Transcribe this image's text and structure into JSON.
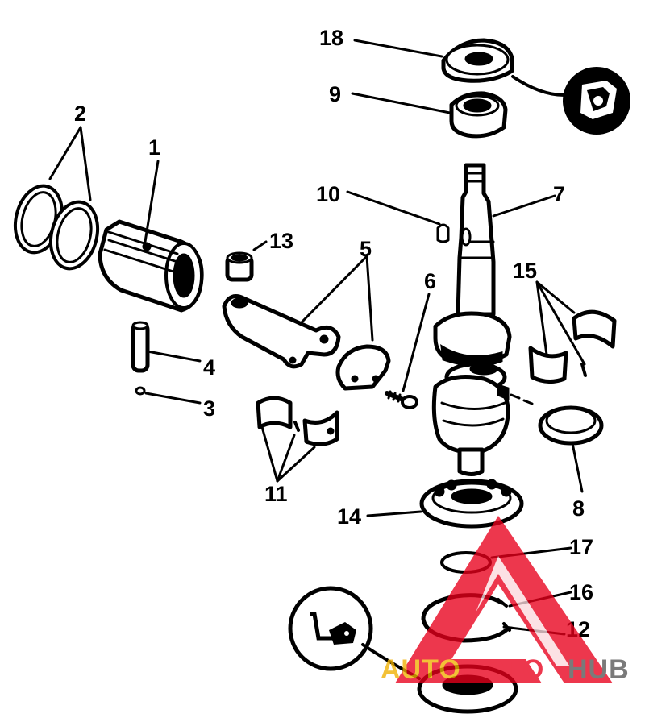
{
  "callouts": {
    "c1": "1",
    "c2": "2",
    "c3": "3",
    "c4": "4",
    "c5": "5",
    "c6": "6",
    "c7": "7",
    "c8": "8",
    "c9": "9",
    "c10": "10",
    "c11": "11",
    "c12": "12",
    "c13": "13",
    "c14": "14",
    "c15": "15",
    "c16": "16",
    "c17": "17",
    "c18": "18"
  },
  "watermark": {
    "part1": "AUTO",
    "part2": "MOTO",
    "part3": "HUB",
    "color_primary": "#e8001c",
    "color_secondary": "#f0b000",
    "color_tertiary": "#555555"
  }
}
